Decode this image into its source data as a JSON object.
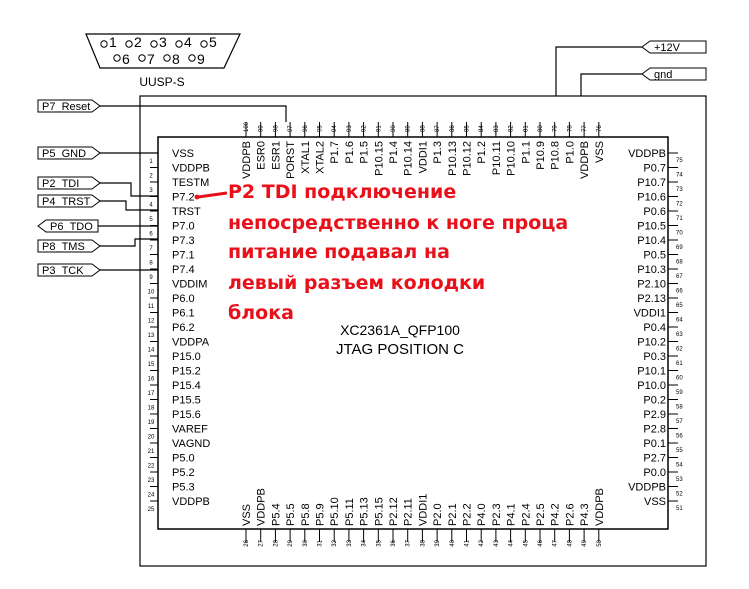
{
  "connector": {
    "label": "UUSP-S",
    "top_pins": [
      "1",
      "2",
      "3",
      "4",
      "5"
    ],
    "bottom_pins": [
      "6",
      "7",
      "8",
      "9"
    ]
  },
  "power": {
    "v12": "+12V",
    "gnd": "gnd"
  },
  "signals": [
    "P7_Reset",
    "P5_GND",
    "P2_TDI",
    "P4_TRST",
    "P6_TDO",
    "P8_TMS",
    "P3_TCK"
  ],
  "chip": {
    "part": "XC2361A_QFP100",
    "position": "JTAG POSITION C"
  },
  "left_pins": [
    {
      "n": "1",
      "name": "VSS"
    },
    {
      "n": "2",
      "name": "VDDPB"
    },
    {
      "n": "3",
      "name": "TESTM"
    },
    {
      "n": "4",
      "name": "P7.2"
    },
    {
      "n": "5",
      "name": "TRST"
    },
    {
      "n": "6",
      "name": "P7.0"
    },
    {
      "n": "7",
      "name": "P7.3"
    },
    {
      "n": "8",
      "name": "P7.1"
    },
    {
      "n": "9",
      "name": "P7.4"
    },
    {
      "n": "10",
      "name": "VDDIM"
    },
    {
      "n": "11",
      "name": "P6.0"
    },
    {
      "n": "12",
      "name": "P6.1"
    },
    {
      "n": "13",
      "name": "P6.2"
    },
    {
      "n": "14",
      "name": "VDDPA"
    },
    {
      "n": "15",
      "name": "P15.0"
    },
    {
      "n": "16",
      "name": "P15.2"
    },
    {
      "n": "17",
      "name": "P15.4"
    },
    {
      "n": "18",
      "name": "P15.5"
    },
    {
      "n": "19",
      "name": "P15.6"
    },
    {
      "n": "20",
      "name": "VAREF"
    },
    {
      "n": "21",
      "name": "VAGND"
    },
    {
      "n": "22",
      "name": "P5.0"
    },
    {
      "n": "23",
      "name": "P5.2"
    },
    {
      "n": "24",
      "name": "P5.3"
    },
    {
      "n": "25",
      "name": "VDDPB"
    }
  ],
  "right_pins": [
    {
      "n": "75",
      "name": "VDDPB"
    },
    {
      "n": "74",
      "name": "P0.7"
    },
    {
      "n": "73",
      "name": "P10.7"
    },
    {
      "n": "72",
      "name": "P10.6"
    },
    {
      "n": "71",
      "name": "P0.6"
    },
    {
      "n": "70",
      "name": "P10.5"
    },
    {
      "n": "69",
      "name": "P10.4"
    },
    {
      "n": "68",
      "name": "P0.5"
    },
    {
      "n": "67",
      "name": "P10.3"
    },
    {
      "n": "66",
      "name": "P2.10"
    },
    {
      "n": "65",
      "name": "P2.13"
    },
    {
      "n": "64",
      "name": "VDDI1"
    },
    {
      "n": "63",
      "name": "P0.4"
    },
    {
      "n": "62",
      "name": "P10.2"
    },
    {
      "n": "61",
      "name": "P0.3"
    },
    {
      "n": "60",
      "name": "P10.1"
    },
    {
      "n": "59",
      "name": "P10.0"
    },
    {
      "n": "58",
      "name": "P0.2"
    },
    {
      "n": "57",
      "name": "P2.9"
    },
    {
      "n": "56",
      "name": "P2.8"
    },
    {
      "n": "55",
      "name": "P0.1"
    },
    {
      "n": "54",
      "name": "P2.7"
    },
    {
      "n": "53",
      "name": "P0.0"
    },
    {
      "n": "52",
      "name": "VDDPB"
    },
    {
      "n": "51",
      "name": "VSS"
    }
  ],
  "top_pins": [
    {
      "n": "100",
      "name": "VDDPB"
    },
    {
      "n": "99",
      "name": "ESR0"
    },
    {
      "n": "98",
      "name": "ESR1"
    },
    {
      "n": "97",
      "name": "PORST"
    },
    {
      "n": "96",
      "name": "XTAL1"
    },
    {
      "n": "95",
      "name": "XTAL2"
    },
    {
      "n": "94",
      "name": "P1.7"
    },
    {
      "n": "93",
      "name": "P1.6"
    },
    {
      "n": "92",
      "name": "P1.5"
    },
    {
      "n": "91",
      "name": "P10.15"
    },
    {
      "n": "90",
      "name": "P1.4"
    },
    {
      "n": "89",
      "name": "P10.14"
    },
    {
      "n": "88",
      "name": "VDDI1"
    },
    {
      "n": "87",
      "name": "P1.3"
    },
    {
      "n": "86",
      "name": "P10.13"
    },
    {
      "n": "85",
      "name": "P10.12"
    },
    {
      "n": "84",
      "name": "P1.2"
    },
    {
      "n": "83",
      "name": "P10.11"
    },
    {
      "n": "82",
      "name": "P10.10"
    },
    {
      "n": "81",
      "name": "P1.1"
    },
    {
      "n": "80",
      "name": "P10.9"
    },
    {
      "n": "79",
      "name": "P10.8"
    },
    {
      "n": "78",
      "name": "P1.0"
    },
    {
      "n": "77",
      "name": "VDDPB"
    },
    {
      "n": "76",
      "name": "VSS"
    }
  ],
  "bottom_pins": [
    {
      "n": "26",
      "name": "VSS"
    },
    {
      "n": "27",
      "name": "VDDPB"
    },
    {
      "n": "28",
      "name": "P5.4"
    },
    {
      "n": "29",
      "name": "P5.5"
    },
    {
      "n": "30",
      "name": "P5.8"
    },
    {
      "n": "31",
      "name": "P5.9"
    },
    {
      "n": "32",
      "name": "P5.10"
    },
    {
      "n": "33",
      "name": "P5.11"
    },
    {
      "n": "34",
      "name": "P5.13"
    },
    {
      "n": "35",
      "name": "P5.15"
    },
    {
      "n": "36",
      "name": "P2.12"
    },
    {
      "n": "37",
      "name": "P2.11"
    },
    {
      "n": "38",
      "name": "VDDI1"
    },
    {
      "n": "39",
      "name": "P2.0"
    },
    {
      "n": "40",
      "name": "P2.1"
    },
    {
      "n": "41",
      "name": "P2.2"
    },
    {
      "n": "42",
      "name": "P4.0"
    },
    {
      "n": "43",
      "name": "P2.3"
    },
    {
      "n": "44",
      "name": "P4.1"
    },
    {
      "n": "45",
      "name": "P2.4"
    },
    {
      "n": "46",
      "name": "P2.5"
    },
    {
      "n": "47",
      "name": "P4.2"
    },
    {
      "n": "48",
      "name": "P2.6"
    },
    {
      "n": "49",
      "name": "P4.3"
    },
    {
      "n": "50",
      "name": "VDDPB"
    }
  ],
  "annotation": [
    "P2 TDI подключение",
    "непосредственно к ноге проца",
    "питание подавал на",
    "левый разъем колодки",
    "блока"
  ],
  "annotation_color": "#e8101a"
}
